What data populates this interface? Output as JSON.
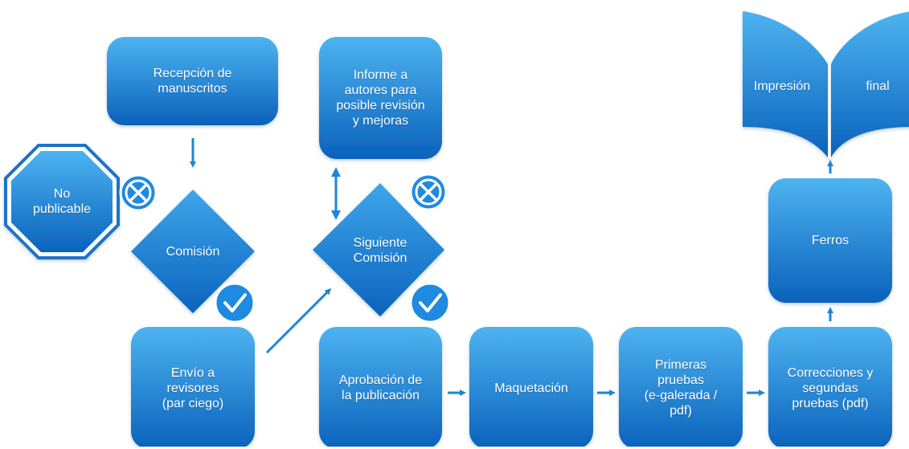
{
  "nodes": {
    "recepcion": "Recepción de\nmanuscritos",
    "no_publicable": "No\npublicable",
    "comision": "Comisión",
    "informe": "Informe a\nautores para\nposible revisión\ny mejoras",
    "siguiente_comision": "Siguiente\nComisión",
    "envio": "Envío a\nrevisores\n(par ciego)",
    "aprobacion": "Aprobación de\nla publicación",
    "maquetacion": "Maquetación",
    "primeras_pruebas": "Primeras\npruebas\n(e-galerada /\npdf)",
    "correcciones": "Correcciones y\nsegundas\npruebas (pdf)",
    "ferros": "Ferros",
    "impresion_left": "Impresión",
    "impresion_right": "final"
  },
  "icons": {
    "reject": "x-circle-icon",
    "approve": "check-circle-icon"
  },
  "colors": {
    "box_top": "#4cb0ee",
    "box_bottom": "#0a63bd",
    "arrow": "#1b86d8"
  }
}
